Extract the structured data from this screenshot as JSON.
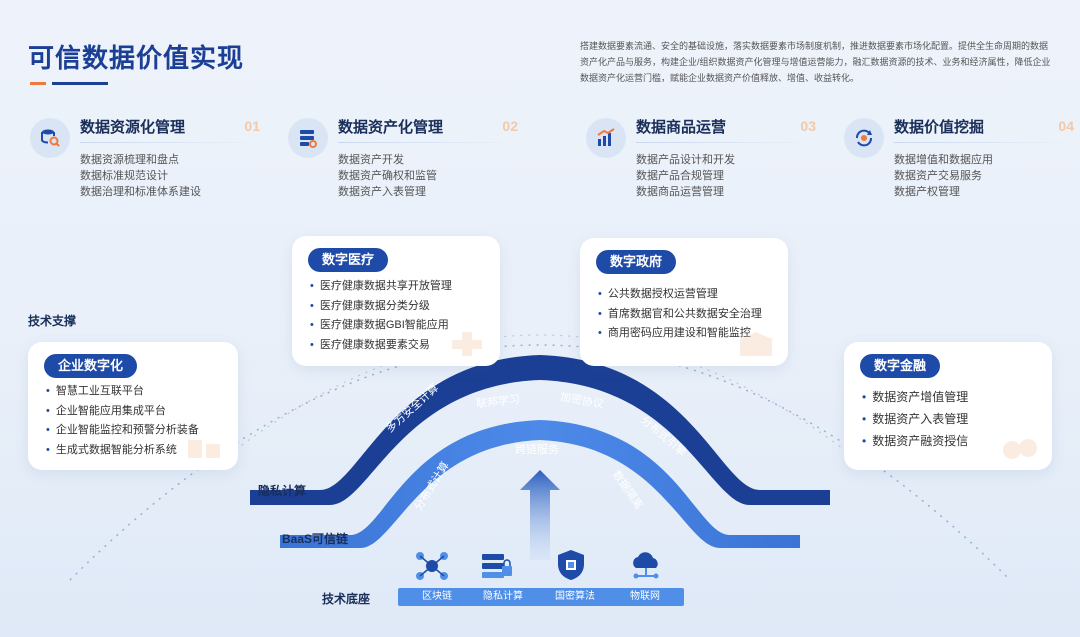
{
  "header": {
    "title": "可信数据价值实现",
    "intro": "搭建数据要素流通、安全的基础设施，落实数据要素市场制度机制，推进数据要素市场化配置。提供全生命周期的数据资产化产品与服务，构建企业/组织数据资产化管理与增值运营能力，融汇数据资源的技术、业务和经济属性，降低企业数据资产化运营门槛，赋能企业数据资产价值释放、增值、收益转化。"
  },
  "pillars": [
    {
      "title": "数据资源化管理",
      "num": "01",
      "icon": "database-search-icon",
      "items": [
        "数据资源梳理和盘点",
        "数据标准规范设计",
        "数据治理和标准体系建设"
      ]
    },
    {
      "title": "数据资产化管理",
      "num": "02",
      "icon": "server-gear-icon",
      "items": [
        "数据资产开发",
        "数据资产确权和监管",
        "数据资产入表管理"
      ]
    },
    {
      "title": "数据商品运营",
      "num": "03",
      "icon": "bar-chart-icon",
      "items": [
        "数据产品设计和开发",
        "数据产品合规管理",
        "数据商品运营管理"
      ]
    },
    {
      "title": "数据价值挖掘",
      "num": "04",
      "icon": "refresh-target-icon",
      "items": [
        "数据增值和数据应用",
        "数据资产交易服务",
        "数据产权管理"
      ]
    }
  ],
  "labels": {
    "tech_support": "技术支撑",
    "privacy": "隐私计算",
    "baas": "BaaS可信链",
    "tech_base": "技术底座"
  },
  "cards": {
    "enterprise": {
      "title": "企业数字化",
      "items": [
        "智慧工业互联平台",
        "企业智能应用集成平台",
        "企业智能监控和预警分析装备",
        "生成式数据智能分析系统"
      ]
    },
    "medical": {
      "title": "数字医疗",
      "items": [
        "医疗健康数据共享开放管理",
        "医疗健康数据分类分级",
        "医疗健康数据GBI智能应用",
        "医疗健康数据要素交易"
      ]
    },
    "government": {
      "title": "数字政府",
      "items": [
        "公共数据授权运营管理",
        "首席数据官和公共数据安全治理",
        "商用密码应用建设和智能监控"
      ]
    },
    "finance": {
      "title": "数字金融",
      "items": [
        "数据资产增值管理",
        "数据资产入表管理",
        "数据资产融资授信"
      ]
    }
  },
  "arc_outer": [
    "多方安全计算",
    "联邦学习",
    "加密协议",
    "分布式引擎"
  ],
  "arc_inner": [
    "分布式计算",
    "跨链服务",
    "数据隔离"
  ],
  "tech_base": [
    {
      "label": "区块链",
      "icon": "blockchain-icon"
    },
    {
      "label": "隐私计算",
      "icon": "server-lock-icon"
    },
    {
      "label": "国密算法",
      "icon": "shield-chip-icon"
    },
    {
      "label": "物联网",
      "icon": "cloud-network-icon"
    }
  ],
  "colors": {
    "primary": "#1b3f94",
    "badge": "#1e4aa8",
    "accent": "#f07a3a",
    "light_blue": "#4f8fe8"
  }
}
